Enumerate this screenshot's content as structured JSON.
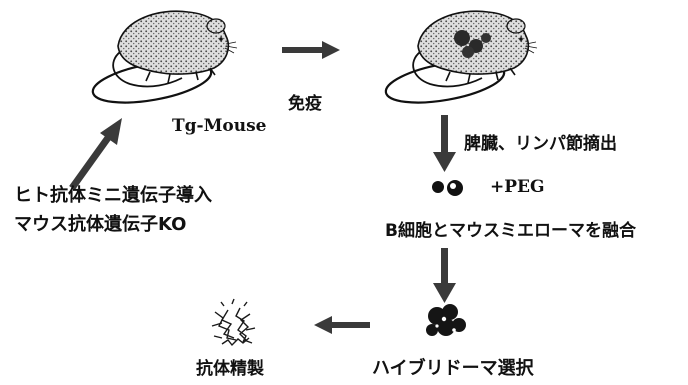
{
  "labels": {
    "tg_mouse": "Tg-Mouse",
    "immunize": "免疫",
    "extraction": "脾臓、リンパ節摘出",
    "peg": "+PEG",
    "fusion": "B細胞とマウスミエローマを融合",
    "transgene_line1": "ヒト抗体ミニ遺伝子導入",
    "transgene_line2": "マウス抗体遺伝子KO",
    "purification": "抗体精製",
    "hybridoma_selection": "ハイブリドーマ選択"
  },
  "icons": {
    "mouse_naive": "tg-mouse-icon",
    "mouse_immunized": "immunized-mouse-icon",
    "cells": "b-cell-myeloma-icon",
    "hybridoma": "hybridoma-cluster-icon",
    "antibody": "antibody-icon"
  },
  "colors": {
    "ink": "#111111",
    "arrow": "#3a3a3a",
    "mouse_fill": "#d8d8d8",
    "stipple": "#555555"
  }
}
